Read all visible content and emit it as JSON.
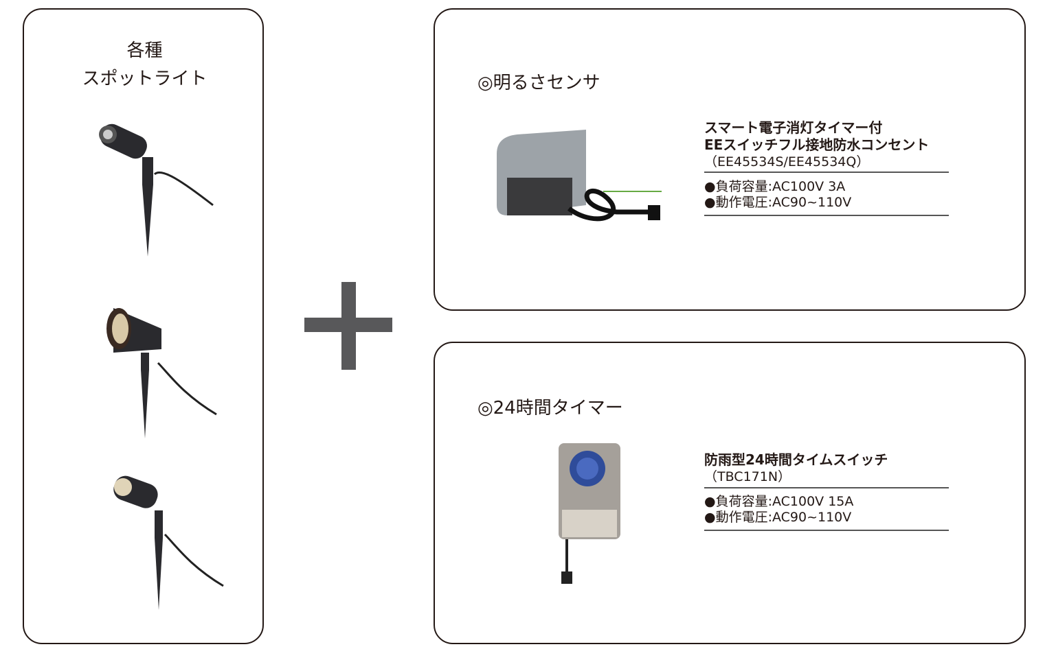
{
  "left_panel": {
    "title_line1": "各種",
    "title_line2": "スポットライト"
  },
  "sensor": {
    "heading": "◎明るさセンサ",
    "name_line1": "スマート電子消灯タイマー付",
    "name_line2": "EEスイッチフル接地防水コンセント",
    "model": "（EE45534S/EE45534Q）",
    "spec1": "●負荷容量:AC100V 3A",
    "spec2": "●動作電圧:AC90~110V"
  },
  "timer": {
    "heading": "◎24時間タイマー",
    "name_line1": "防雨型24時間タイムスイッチ",
    "model": "（TBC171N）",
    "spec1": "●負荷容量:AC100V 15A",
    "spec2": "●動作電圧:AC90~110V"
  }
}
